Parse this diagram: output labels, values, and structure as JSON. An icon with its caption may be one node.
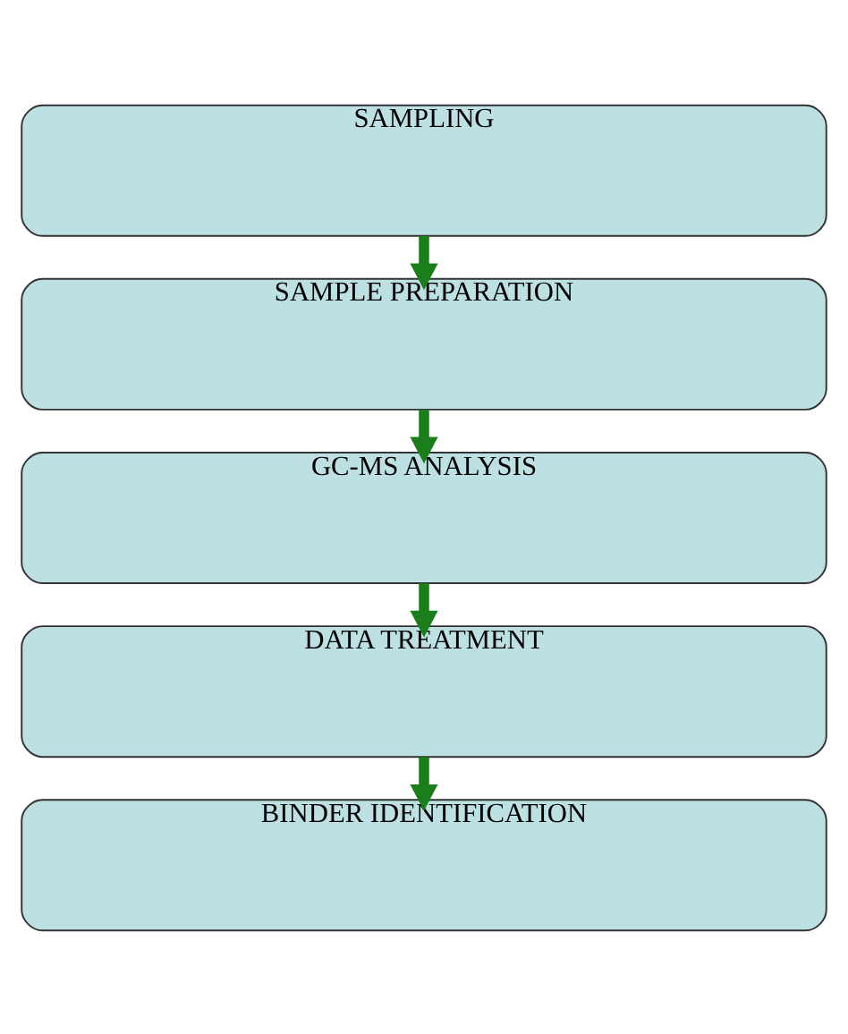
{
  "diagram": {
    "nodes": [
      {
        "text": [
          "SAMPLING"
        ]
      },
      {
        "text": [
          "SAMPLE PREPARATION"
        ]
      },
      {
        "text": [
          "GC-MS ANALYSIS"
        ]
      },
      {
        "text": [
          "DATA TREATMENT"
        ]
      },
      {
        "text": [
          "BINDER IDENTIFICATION"
        ]
      }
    ],
    "edges": [
      {
        "from": 0,
        "to": 1,
        "arrow": "to"
      },
      {
        "from": 1,
        "to": 2,
        "arrow": "to"
      },
      {
        "from": 2,
        "to": 3,
        "arrow": "to"
      },
      {
        "from": 3,
        "to": 4,
        "arrow": "to"
      }
    ]
  }
}
